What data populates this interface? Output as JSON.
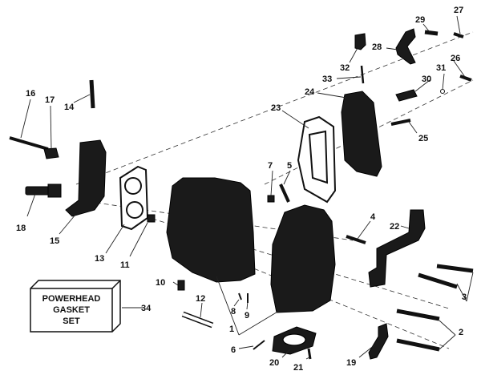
{
  "kit_box": {
    "line1": "POWERHEAD",
    "line2": "GASKET",
    "line3": "SET"
  },
  "callouts": {
    "c1": "1",
    "c2": "2",
    "c3": "3",
    "c4": "4",
    "c5": "5",
    "c6": "6",
    "c7": "7",
    "c8": "8",
    "c9": "9",
    "c10": "10",
    "c11": "11",
    "c12": "12",
    "c13": "13",
    "c14": "14",
    "c15": "15",
    "c16": "16",
    "c17": "17",
    "c18": "18",
    "c19": "19",
    "c20": "20",
    "c21": "21",
    "c22": "22",
    "c23": "23",
    "c24": "24",
    "c25": "25",
    "c26": "26",
    "c27": "27",
    "c28": "28",
    "c29": "29",
    "c30": "30",
    "c31": "31",
    "c32": "32",
    "c33": "33",
    "c34": "34"
  },
  "colors": {
    "ink": "#1a1a1a",
    "paper": "#ffffff"
  }
}
